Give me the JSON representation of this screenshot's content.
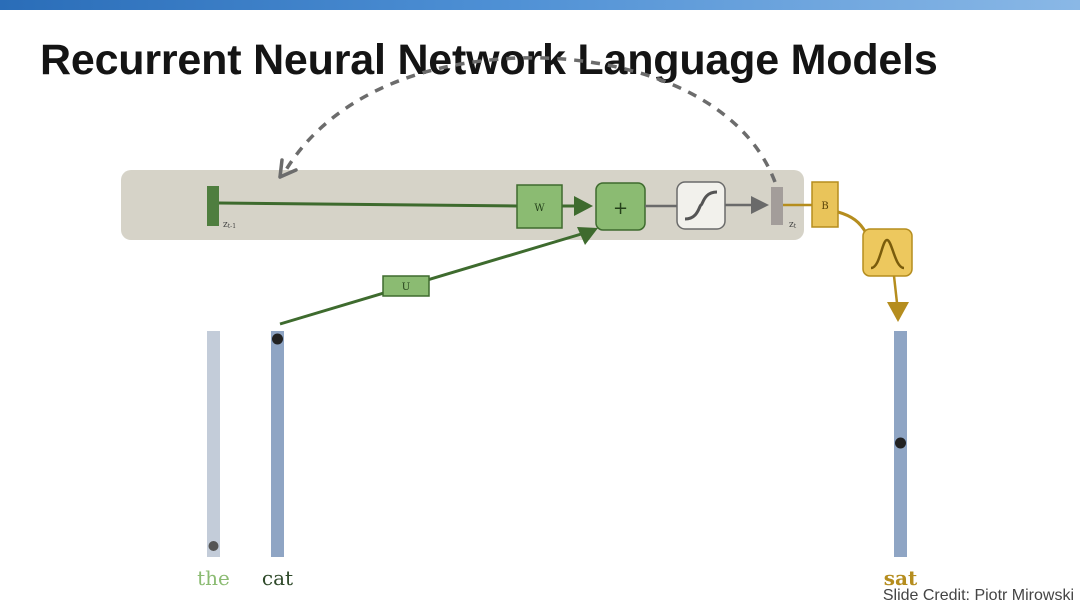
{
  "title": "Recurrent Neural Network Language Models",
  "credit": "Slide Credit: Piotr Mirowski",
  "diagram": {
    "state_prev_label": "z",
    "state_prev_sub": "t-1",
    "state_curr_label": "z",
    "state_curr_sub": "t",
    "w_label": "W",
    "u_label": "U",
    "b_label": "B",
    "plus_symbol": "+",
    "words": {
      "first": "the",
      "second": "cat",
      "output": "sat"
    }
  },
  "colors": {
    "title": "#141414",
    "green": "#7aab62",
    "green_dark": "#3e6b2e",
    "gold": "#e9c45a",
    "gold_dark": "#b58d1e",
    "word_vector": "#8fa5c4",
    "state_box": "#d6d3c8"
  }
}
